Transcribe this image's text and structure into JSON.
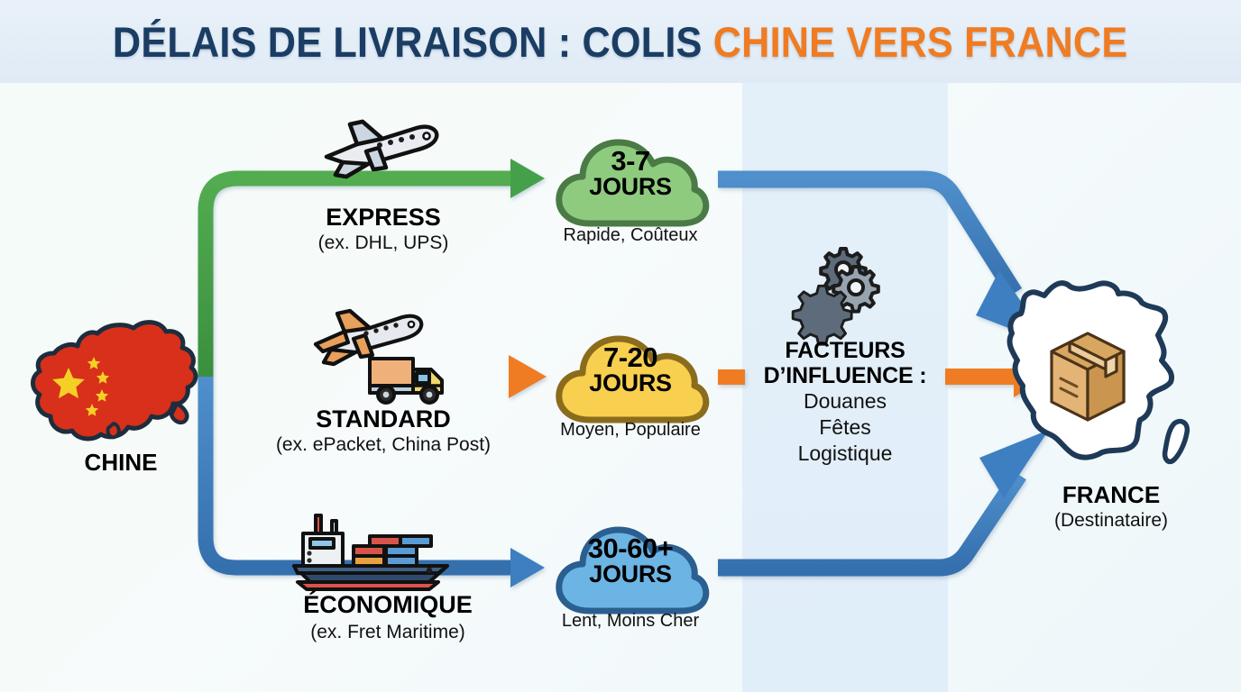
{
  "header": {
    "title_navy": "DÉLAIS DE LIVRAISON : COLIS ",
    "title_orange": "CHINE VERS FRANCE",
    "title_full": "DÉLAIS DE LIVRAISON : COLIS CHINE VERS FRANCE"
  },
  "colors": {
    "navy": "#1b3d63",
    "orange": "#ef7c23",
    "green": "#45a148",
    "blue": "#3d7fc1",
    "cloud_green_fill": "#8fcb7f",
    "cloud_green_stroke": "#4a7a45",
    "cloud_yellow_fill": "#f8cf4f",
    "cloud_yellow_stroke": "#8a6c1c",
    "cloud_blue_fill": "#6cb4e4",
    "cloud_blue_stroke": "#2a5f8f",
    "china_red": "#d8301b",
    "china_star": "#f5cf26",
    "band": "#e1eef9"
  },
  "origin": {
    "label": "CHINE",
    "map_icon": "china-map-icon"
  },
  "destination": {
    "label": "FRANCE",
    "sublabel": "(Destinataire)",
    "map_icon": "france-map-icon",
    "parcel_icon": "parcel-box-icon"
  },
  "factors": {
    "heading_line1": "FACTEURS",
    "heading_line2": "D’INFLUENCE :",
    "items": [
      "Douanes",
      "Fêtes",
      "Logistique"
    ],
    "icon": "gears-icon"
  },
  "routes": [
    {
      "id": "express",
      "mode": "EXPRESS",
      "examples": "(ex. DHL, UPS)",
      "days": "3-7",
      "days_unit": "JOURS",
      "caption": "Rapide, Coûteux",
      "icons": [
        "airplane-icon"
      ],
      "color": "#45a148"
    },
    {
      "id": "standard",
      "mode": "STANDARD",
      "examples": "(ex. ePacket, China Post)",
      "days": "7-20",
      "days_unit": "JOURS",
      "caption": "Moyen, Populaire",
      "icons": [
        "airplane-icon",
        "delivery-truck-icon"
      ],
      "color": "#ef7c23"
    },
    {
      "id": "economique",
      "mode": "ÉCONOMIQUE",
      "examples": "(ex. Fret Maritime)",
      "days": "30-60+",
      "days_unit": "JOURS",
      "caption": "Lent, Moins Cher",
      "icons": [
        "cargo-ship-icon"
      ],
      "color": "#3d7fc1"
    }
  ]
}
